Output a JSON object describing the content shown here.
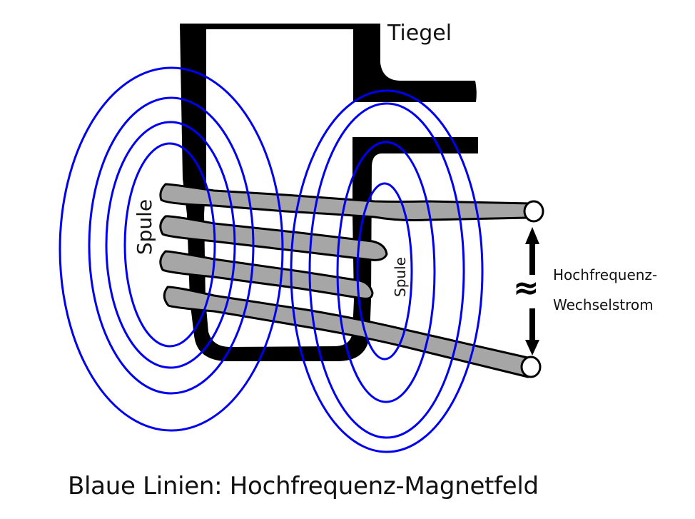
{
  "title": "Induktionsofen – Tiegel mit Spule",
  "labels": {
    "crucible": "Tiegel",
    "coil_left": "Spule",
    "coil_right": "Spule",
    "current_line1": "Hochfrequenz-",
    "current_line2": "Wechselstrom",
    "approx_symbol": "≈",
    "caption": "Blaue Linien: Hochfrequenz-Magnetfeld"
  },
  "colors": {
    "field_lines": "#0000ee",
    "wire_fill": "#a6a6a6",
    "outline": "#000000",
    "background": "#ffffff"
  },
  "field_line_groups": [
    {
      "name": "left",
      "count": 4
    },
    {
      "name": "right",
      "count": 4
    }
  ],
  "coil": {
    "turns": 4
  },
  "icons": {
    "arrow_up": "arrow-up-icon",
    "arrow_down": "arrow-down-icon",
    "ac_symbol": "ac-wave-icon"
  }
}
